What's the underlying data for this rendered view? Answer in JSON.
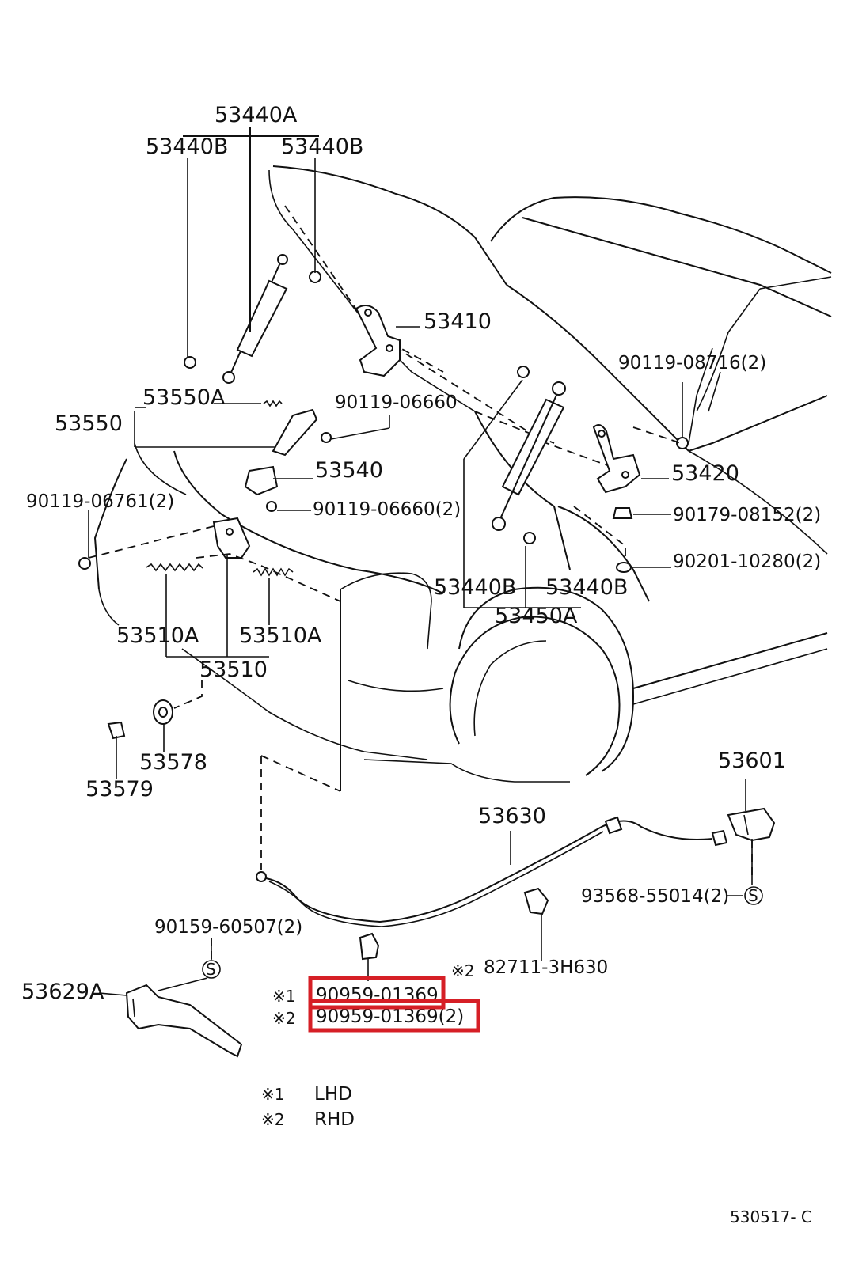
{
  "labels": {
    "p53440A": "53440A",
    "p53440B_left": "53440B",
    "p53440B_right": "53440B",
    "p53410": "53410",
    "p90119_08716": "90119-08716(2)",
    "p53550A": "53550A",
    "p90119_06660": "90119-06660",
    "p53550": "53550",
    "p53540": "53540",
    "p53420": "53420",
    "p90119_06761": "90119-06761(2)",
    "p90119_06660_2": "90119-06660(2)",
    "p90179_08152": "90179-08152(2)",
    "p90201_10280": "90201-10280(2)",
    "p53440B_lower_left": "53440B",
    "p53440B_lower_right": "53440B",
    "p53450A": "53450A",
    "p53510A_left": "53510A",
    "p53510A_right": "53510A",
    "p53510": "53510",
    "p53578": "53578",
    "p53579": "53579",
    "p53601": "53601",
    "p53630": "53630",
    "p93568_55014": "93568-55014(2)",
    "p90159_60507": "90159-60507(2)",
    "p82711_3H630": "82711-3H630",
    "p53629A": "53629A",
    "p90959_01369": "90959-01369",
    "p90959_01369_2": "90959-01369(2)"
  },
  "marks": {
    "note1": "※1",
    "note2": "※2",
    "note2_82711": "※2",
    "s": "S"
  },
  "legend": {
    "note1_mark": "※1",
    "note1_text": "LHD",
    "note2_mark": "※2",
    "note2_text": "RHD"
  },
  "drawing_code": "530517- C",
  "colors": {
    "highlight": "#d61f26",
    "ink": "#111111"
  }
}
